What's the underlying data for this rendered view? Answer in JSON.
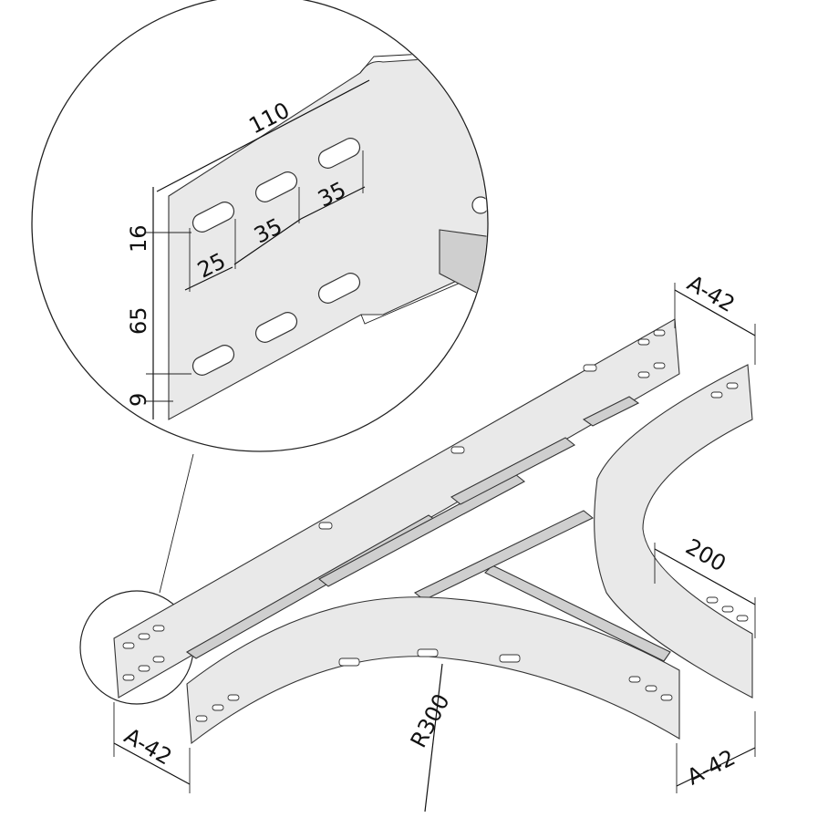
{
  "diagram": {
    "type": "cable ladder tee fitting technical drawing",
    "detail_dimensions": {
      "plate_width": "110",
      "slot_pitch_top": "35",
      "slot_pitch_mid": "35",
      "slot_length": "25",
      "top_offset": "16",
      "row_spacing": "65",
      "bottom_offset": "9"
    },
    "main_dimensions": {
      "width_top_right": "A-42",
      "width_bottom_left": "A-42",
      "width_bottom_right": "A-42",
      "branch_length": "200",
      "radius": "R300"
    }
  }
}
